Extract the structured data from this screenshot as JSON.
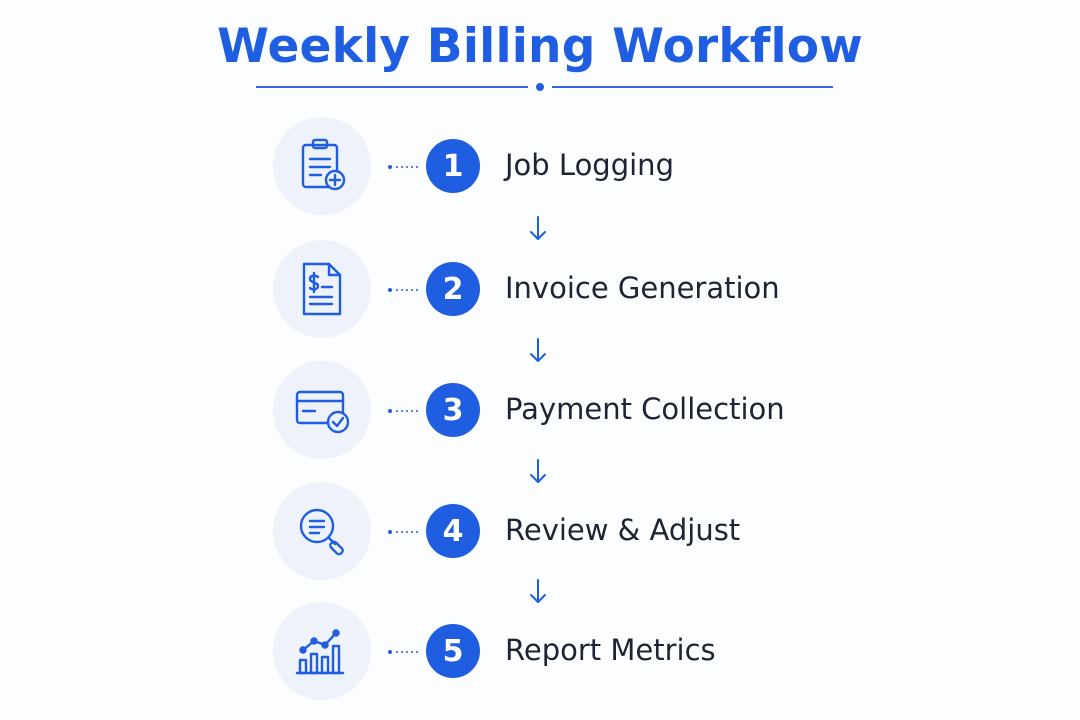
{
  "title": "Weekly Billing Workflow",
  "colors": {
    "accent": "#1f5ee0",
    "icon_bg": "#eef2fb",
    "text": "#1d2433"
  },
  "steps": [
    {
      "number": "1",
      "label": "Job Logging",
      "icon": "clipboard-add-icon"
    },
    {
      "number": "2",
      "label": "Invoice Generation",
      "icon": "invoice-dollar-icon"
    },
    {
      "number": "3",
      "label": "Payment Collection",
      "icon": "credit-card-check-icon"
    },
    {
      "number": "4",
      "label": "Review & Adjust",
      "icon": "magnifier-document-icon"
    },
    {
      "number": "5",
      "label": "Report Metrics",
      "icon": "bar-chart-trend-icon"
    }
  ]
}
